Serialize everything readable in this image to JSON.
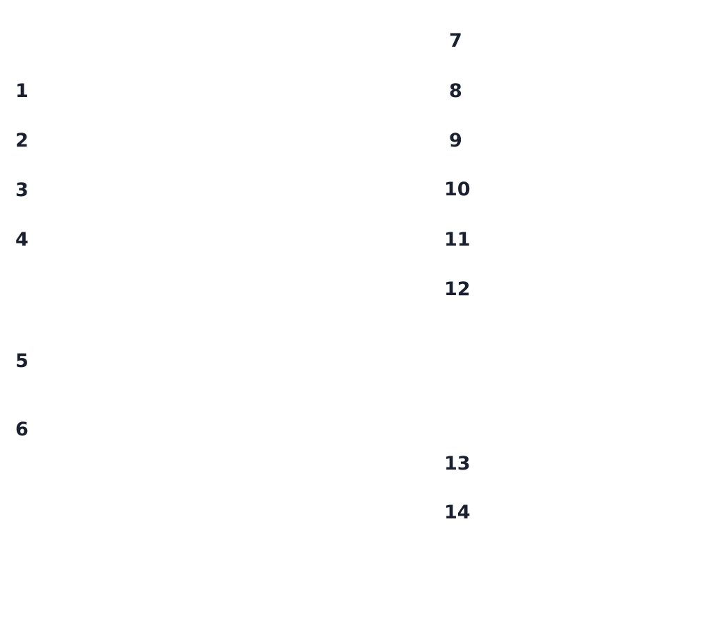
{
  "left_column": {
    "items": [
      "1",
      "2",
      "3",
      "4",
      "5",
      "6"
    ]
  },
  "right_column": {
    "items": [
      "7",
      "8",
      "9",
      "10",
      "11",
      "12",
      "13",
      "14"
    ]
  },
  "colors": {
    "text": "#1b2030",
    "background": "#ffffff"
  }
}
